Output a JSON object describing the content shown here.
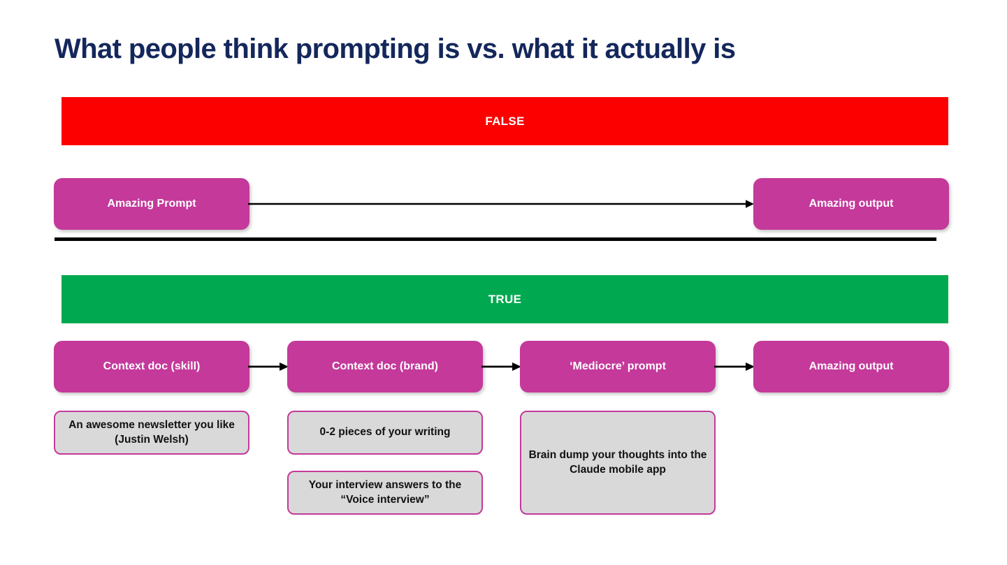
{
  "slide": {
    "title": "What people think prompting is vs. what it actually is",
    "colors": {
      "title": "#14275c",
      "false_banner": "#fc0000",
      "true_banner": "#00a94f",
      "node": "#c4399a",
      "note_background": "#d9d9d9",
      "note_border": "#c4399a",
      "divider": "#000000",
      "background": "#ffffff"
    }
  },
  "false_section": {
    "banner_label": "FALSE",
    "nodes": [
      {
        "label": "Amazing Prompt"
      },
      {
        "label": "Amazing output"
      }
    ],
    "arrow": "arrow-right-icon"
  },
  "true_section": {
    "banner_label": "TRUE",
    "nodes": [
      {
        "label": "Context doc (skill)"
      },
      {
        "label": "Context doc (brand)"
      },
      {
        "label": "‘Mediocre’ prompt"
      },
      {
        "label": "Amazing output"
      }
    ],
    "arrows": [
      "arrow-right-icon",
      "arrow-right-icon",
      "arrow-right-icon"
    ],
    "notes": [
      {
        "text": "An awesome newsletter you like (Justin Welsh)"
      },
      {
        "text": "0-2 pieces of your writing"
      },
      {
        "text": "Your interview answers to the “Voice interview”"
      },
      {
        "text": "Brain dump your thoughts into the Claude mobile app"
      }
    ]
  }
}
